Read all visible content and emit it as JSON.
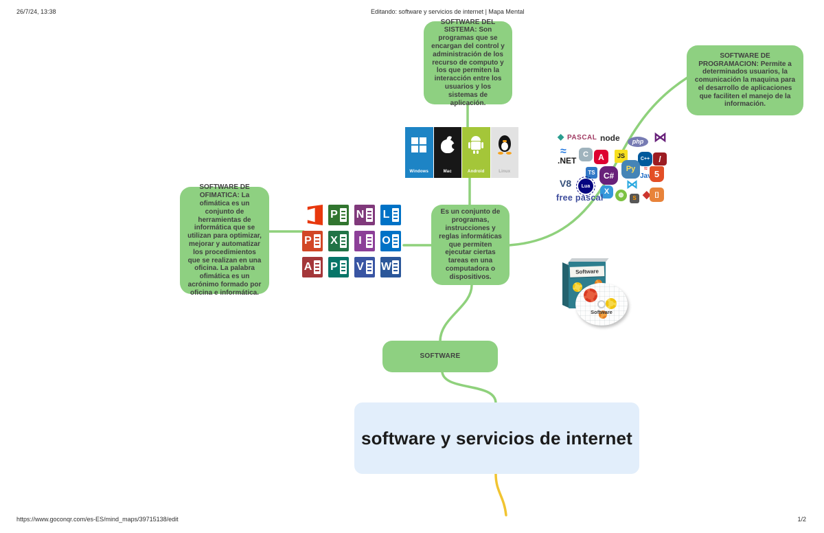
{
  "page": {
    "date": "26/7/24, 13:38",
    "title": "Editando: software y servicios de internet | Mapa Mental",
    "url": "https://www.goconqr.com/es-ES/mind_maps/39715138/edit",
    "page_num": "1/2"
  },
  "colors": {
    "branch_green": "#8fd17c",
    "branch_yellow": "#f1c431",
    "node_green": "#8ed081",
    "node_blue": "#e2eefb",
    "office_logo_orange": "#e8380d"
  },
  "nodes": {
    "central": {
      "label": "software y servicios de internet"
    },
    "software": {
      "label": "SOFTWARE"
    },
    "definition": {
      "text": "Es un conjunto de programas, instrucciones y reglas informáticas que permiten ejecutar ciertas tareas en una computadora o dispositivos."
    },
    "sistema": {
      "text": "SOFTWARE DEL SISTEMA: Son programas que se encargan del control y administración de los recurso de computo y los que permiten la interacción entre los usuarios y los sistemas de aplicación."
    },
    "ofimatica": {
      "text": "SOFTWARE DE OFIMATICA: La ofimática es un conjunto de herramientas de informática que se utilizan para optimizar, mejorar y automatizar los procedimientos que se realizan en una oficina. La palabra ofimática es un acrónimo formado por oficina e informática."
    },
    "programacion": {
      "text": "SOFTWARE DE PROGRAMACION: Permite a determinados usuarios, la comunicación la maquina para el desarrollo de aplicaciones que faciliten el manejo de la información."
    }
  },
  "os_strip": {
    "windows": {
      "label": "Windows",
      "bg": "#1d84c5"
    },
    "mac": {
      "label": "Mac",
      "bg": "#171717"
    },
    "android": {
      "label": "Android",
      "bg": "#a4c639"
    },
    "linux": {
      "label": "Linux",
      "bg": "#e2e2e2",
      "fg": "#a8a8a8"
    }
  },
  "office_icons": {
    "items": [
      {
        "name": "project",
        "letter": "P",
        "color": "#31752f"
      },
      {
        "name": "onenote",
        "letter": "N",
        "color": "#80397b"
      },
      {
        "name": "lync",
        "letter": "L",
        "color": "#0072c6"
      },
      {
        "name": "powerpoint",
        "letter": "P",
        "color": "#d24726"
      },
      {
        "name": "excel",
        "letter": "X",
        "color": "#217346"
      },
      {
        "name": "infopath",
        "letter": "I",
        "color": "#8c3f98"
      },
      {
        "name": "outlook",
        "letter": "O",
        "color": "#0072c6"
      },
      {
        "name": "access",
        "letter": "A",
        "color": "#a4373a"
      },
      {
        "name": "publisher",
        "letter": "P",
        "color": "#077568"
      },
      {
        "name": "visio",
        "letter": "V",
        "color": "#3955a3"
      },
      {
        "name": "word",
        "letter": "W",
        "color": "#2b579a"
      }
    ]
  },
  "prog_logos": {
    "items": [
      {
        "name": "pascal-diamond",
        "label": "◆",
        "bg": "transparent",
        "fg": "#2a9d8f"
      },
      {
        "name": "pascal",
        "label": "PASCAL",
        "bg": "transparent",
        "fg": "#a03a62"
      },
      {
        "name": "nodejs",
        "label": "node",
        "bg": "transparent",
        "fg": "#2d2d2d"
      },
      {
        "name": "php",
        "label": "php",
        "bg": "#777bb3",
        "fg": "#ffffff"
      },
      {
        "name": "visual-studio",
        "label": "⋈",
        "bg": "transparent",
        "fg": "#68217a"
      },
      {
        "name": "dotnet-wave",
        "label": "≈",
        "bg": "transparent",
        "fg": "#2a7de1"
      },
      {
        "name": "dotnet",
        "label": ".NET",
        "bg": "transparent",
        "fg": "#1a1a1a"
      },
      {
        "name": "c-lang",
        "label": "C",
        "bg": "#9fb3bd",
        "fg": "#ffffff"
      },
      {
        "name": "angular",
        "label": "A",
        "bg": "#dd0031",
        "fg": "#ffffff"
      },
      {
        "name": "javascript",
        "label": "JS",
        "bg": "#f7df1e",
        "fg": "#222222"
      },
      {
        "name": "cpp",
        "label": "C++",
        "bg": "#00599c",
        "fg": "#ffffff"
      },
      {
        "name": "rails",
        "label": "/",
        "bg": "#9c1c22",
        "fg": "#ffffff"
      },
      {
        "name": "typescript",
        "label": "TS",
        "bg": "#3178c6",
        "fg": "#ffffff"
      },
      {
        "name": "csharp",
        "label": "C#",
        "bg": "#68217a",
        "fg": "#ffffff"
      },
      {
        "name": "python",
        "label": "Py",
        "bg": "#4584b6",
        "fg": "#ffde57"
      },
      {
        "name": "java-steam",
        "label": "≈",
        "bg": "transparent",
        "fg": "#e02c2c"
      },
      {
        "name": "java",
        "label": "Java",
        "bg": "transparent",
        "fg": "#1b6ac6"
      },
      {
        "name": "html5",
        "label": "5",
        "bg": "#e34f26",
        "fg": "#ffffff"
      },
      {
        "name": "v8",
        "label": "V8",
        "bg": "transparent",
        "fg": "#35507a"
      },
      {
        "name": "lua",
        "label": "Lua",
        "bg": "#050580",
        "fg": "#ffffff"
      },
      {
        "name": "xamarin",
        "label": "X",
        "bg": "#3498db",
        "fg": "#ffffff"
      },
      {
        "name": "vs-blue",
        "label": "⋈",
        "bg": "transparent",
        "fg": "#29a8e0"
      },
      {
        "name": "spring",
        "label": "⊕",
        "bg": "#7cc242",
        "fg": "#ffffff"
      },
      {
        "name": "sublime",
        "label": "S",
        "bg": "#575757",
        "fg": "#ff9800"
      },
      {
        "name": "ruby",
        "label": "◆",
        "bg": "transparent",
        "fg": "#cc342d"
      },
      {
        "name": "brackets",
        "label": "[]",
        "bg": "#e8833a",
        "fg": "#ffffff"
      },
      {
        "name": "free-pascal",
        "label": "free pascal",
        "bg": "transparent",
        "fg": "#3b4a9b"
      }
    ]
  },
  "software_box": {
    "box_label": "Software",
    "disc_label": "Software"
  }
}
